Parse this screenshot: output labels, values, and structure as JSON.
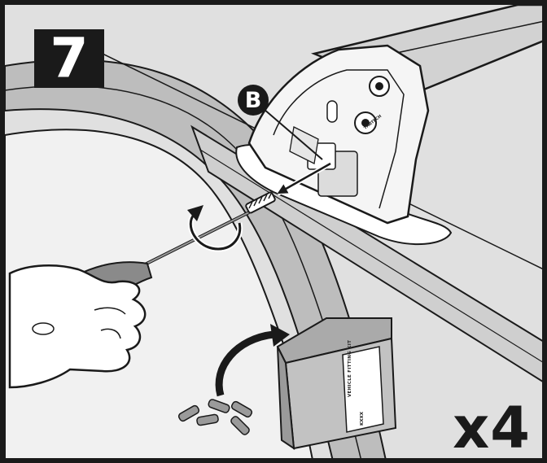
{
  "step": {
    "number": "7"
  },
  "callout": {
    "letter": "B"
  },
  "quantity": {
    "label": "x4"
  },
  "kit_box": {
    "label": "VEHICLE FITTING KIT",
    "code": "KXXX"
  },
  "foot": {
    "brand": "THRTECH"
  },
  "colors": {
    "outline": "#1a1a1a",
    "roof": "#e6e6e6",
    "rail": "#bdbdbd",
    "box": "#c2c2c2",
    "handle": "#8a8a8a",
    "white": "#ffffff"
  },
  "icons": [
    "rotate-arrow-icon",
    "insert-arrow-icon",
    "transfer-arrow-icon"
  ]
}
